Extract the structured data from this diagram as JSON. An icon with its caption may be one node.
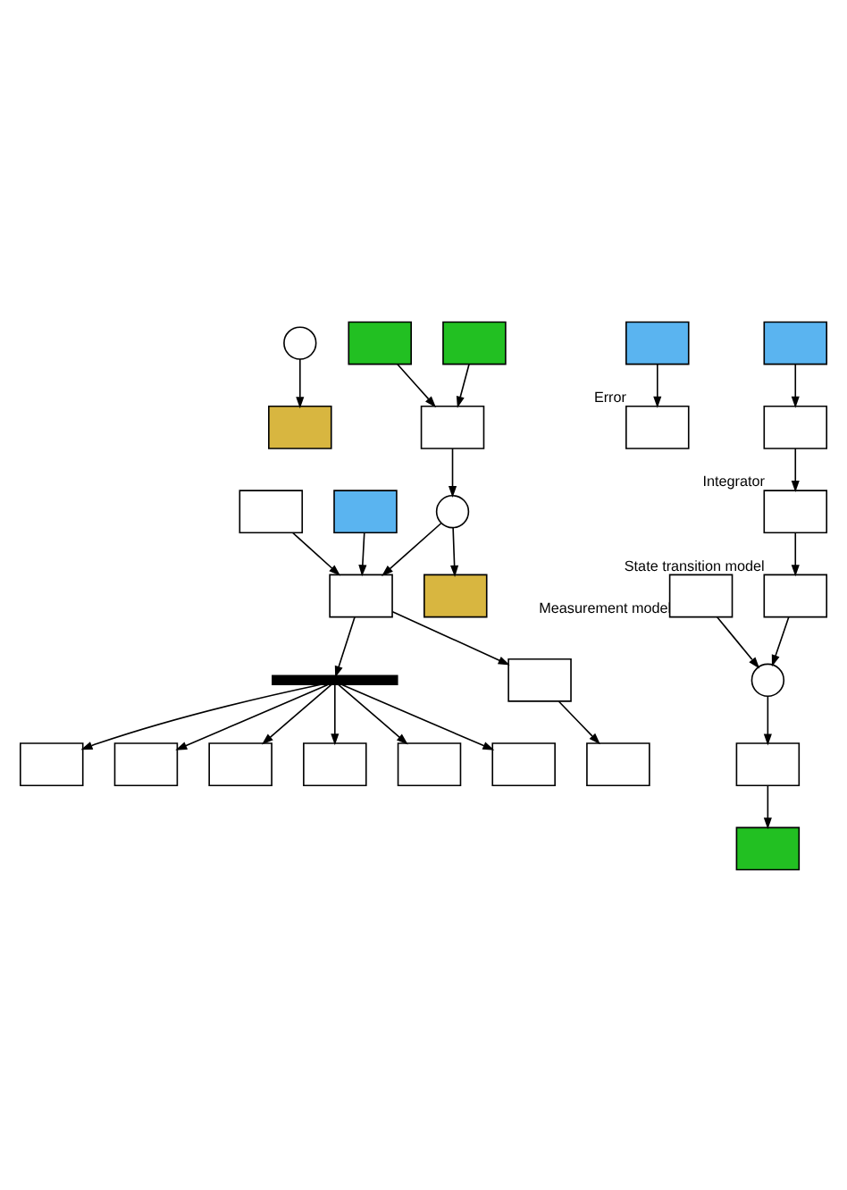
{
  "diagram": {
    "nodes": [
      {
        "text": [],
        "shape": "circle"
      },
      {
        "text": [],
        "shape": "box"
      },
      {
        "text": [],
        "shape": "box"
      },
      {
        "text": [],
        "shape": "box"
      },
      {
        "text": [],
        "shape": "box"
      },
      {
        "text": [],
        "shape": "circle"
      },
      {
        "text": [],
        "shape": "box"
      },
      {
        "text": [],
        "shape": "box"
      },
      {
        "text": [],
        "shape": "box"
      },
      {
        "text": [],
        "shape": "box"
      },
      {
        "text": [],
        "shape": "box",
        "beside": [
          "Error"
        ]
      },
      {
        "text": [],
        "shape": "box"
      },
      {
        "text": [],
        "shape": "box"
      },
      {
        "text": [],
        "shape": "box"
      },
      {
        "text": [],
        "shape": "box"
      },
      {
        "text": [],
        "shape": "box"
      },
      {
        "text": [],
        "shape": "box"
      },
      {
        "text": [],
        "shape": "box"
      },
      {
        "text": [],
        "shape": "bar"
      },
      {
        "text": [],
        "shape": "box",
        "beside": [
          "State transition model"
        ]
      },
      {
        "text": [],
        "shape": "box",
        "beside": [
          "Measurement model"
        ]
      },
      {
        "text": [],
        "shape": "circle"
      },
      {
        "text": [],
        "shape": "box"
      },
      {
        "text": [],
        "shape": "box"
      },
      {
        "text": [],
        "shape": "box"
      },
      {
        "text": [],
        "shape": "box",
        "beside": [
          "Integrator"
        ]
      },
      {
        "text": [],
        "shape": "box"
      },
      {
        "text": [],
        "shape": "box"
      },
      {
        "text": [],
        "shape": "box"
      }
    ],
    "edges": [
      {
        "from": 0,
        "to": 1,
        "arrow": "to"
      },
      {
        "from": 3,
        "to": 2,
        "arrow": "to"
      },
      {
        "from": 4,
        "to": 2,
        "arrow": "to"
      },
      {
        "from": 2,
        "to": 5,
        "arrow": "to"
      },
      {
        "from": 5,
        "to": 6,
        "arrow": "to"
      },
      {
        "from": 5,
        "to": 7,
        "arrow": "to"
      },
      {
        "from": 8,
        "to": 7,
        "arrow": "to"
      },
      {
        "from": 9,
        "to": 7,
        "arrow": "to"
      },
      {
        "from": 11,
        "to": 10,
        "arrow": "to"
      },
      {
        "from": 7,
        "to": 18,
        "arrow": "to"
      },
      {
        "from": 18,
        "to": 12,
        "arrow": "to"
      },
      {
        "from": 18,
        "to": 13,
        "arrow": "to"
      },
      {
        "from": 18,
        "to": 14,
        "arrow": "to"
      },
      {
        "from": 18,
        "to": 15,
        "arrow": "to"
      },
      {
        "from": 18,
        "to": 16,
        "arrow": "to"
      },
      {
        "from": 18,
        "to": 17,
        "arrow": "to"
      },
      {
        "from": 26,
        "to": 24,
        "arrow": "to"
      },
      {
        "from": 24,
        "to": 25,
        "arrow": "to"
      },
      {
        "from": 25,
        "to": 19,
        "arrow": "to"
      },
      {
        "from": 19,
        "to": 21,
        "arrow": "to"
      },
      {
        "from": 20,
        "to": 21,
        "arrow": "to"
      },
      {
        "from": 21,
        "to": 22,
        "arrow": "to"
      },
      {
        "from": 22,
        "to": 23,
        "arrow": "to"
      },
      {
        "from": 27,
        "to": 28,
        "arrow": "to"
      },
      {
        "from": 7,
        "to": 27,
        "arrow": "to"
      }
    ]
  }
}
